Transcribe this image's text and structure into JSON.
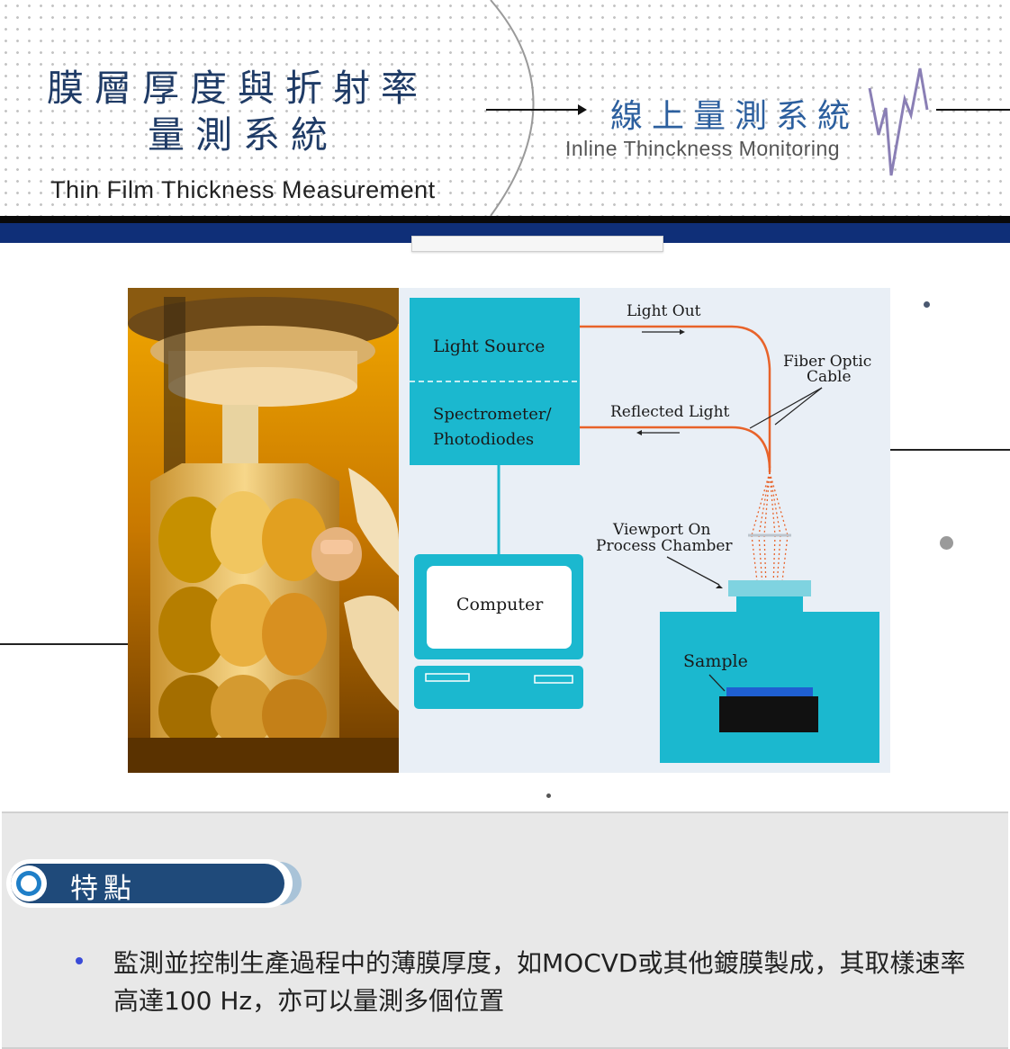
{
  "header": {
    "title_zh_line1": "膜層厚度與折射率",
    "title_zh_line2": "量測系統",
    "title_en": "Thin Film Thickness Measurement",
    "subtitle_zh": "線上量測系統",
    "subtitle_en": "Inline Thinckness Monitoring"
  },
  "diagram": {
    "light_source": "Light Source",
    "spectrometer_line1": "Spectrometer/",
    "spectrometer_line2": "Photodiodes",
    "computer": "Computer",
    "light_out": "Light Out",
    "reflected_light": "Reflected Light",
    "fiber_line1": "Fiber Optic",
    "fiber_line2": "Cable",
    "viewport_line1": "Viewport On",
    "viewport_line2": "Process Chamber",
    "sample": "Sample"
  },
  "features": {
    "title": "特點",
    "items": [
      "監測並控制生產過程中的薄膜厚度，如MOCVD或其他鍍膜製成，其取樣速率高達100 Hz，亦可以量測多個位置"
    ]
  },
  "colors": {
    "navy": "#0f2f78",
    "title_blue": "#1f3b66",
    "cyan": "#1bb8cf",
    "fiber_orange": "#e8632a",
    "badge_blue": "#1f4a7a"
  }
}
